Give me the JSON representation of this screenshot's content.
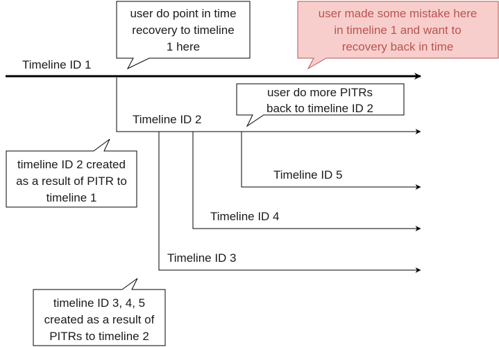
{
  "timelines": {
    "t1": "Timeline ID 1",
    "t2": "Timeline ID 2",
    "t3": "Timeline ID 3",
    "t4": "Timeline ID 4",
    "t5": "Timeline ID 5"
  },
  "callouts": {
    "recovery_to_t1": [
      "user do point in time",
      "recovery to timeline",
      "1 here"
    ],
    "mistake": [
      "user made some mistake here",
      "in timeline 1 and want to",
      "recovery back in time"
    ],
    "more_pitrs": [
      "user do more PITRs",
      "back to timeline ID 2"
    ],
    "t2_created": [
      "timeline ID 2 created",
      "as a result of PITR to",
      "timeline 1"
    ],
    "t345_created": [
      "timeline ID 3, 4, 5",
      "created as a result of",
      "PITRs to timeline 2"
    ]
  },
  "colors": {
    "line": "#000000",
    "callout_fill": "#ffffff",
    "callout_stroke": "#000000",
    "mistake_fill": "#f8cecc",
    "mistake_stroke": "#b85450",
    "mistake_text": "#b85450"
  }
}
